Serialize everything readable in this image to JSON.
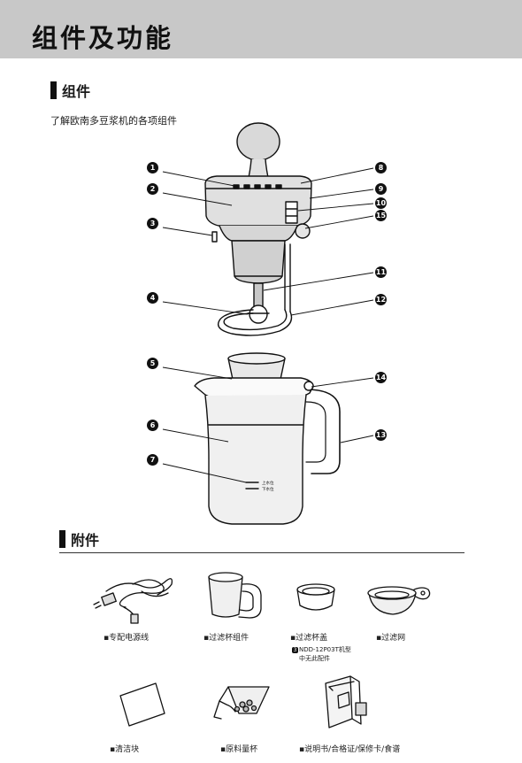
{
  "page": {
    "title": "组件及功能"
  },
  "components": {
    "heading": "组件",
    "intro": "了解欧南多豆浆机的各项组件",
    "callouts": [
      "1",
      "2",
      "3",
      "4",
      "5",
      "6",
      "7",
      "8",
      "9",
      "10",
      "15",
      "11",
      "12",
      "14",
      "13"
    ],
    "scale_upper": "上水位",
    "scale_lower": "下水位"
  },
  "accessories": {
    "heading": "附件",
    "items": [
      {
        "label": "专配电源线",
        "icon": "power-cord-icon"
      },
      {
        "label": "过滤杯组件",
        "icon": "filter-cup-icon"
      },
      {
        "label": "过滤杯盖",
        "icon": "filter-cup-lid-icon"
      },
      {
        "label": "过滤网",
        "icon": "filter-mesh-icon"
      },
      {
        "label": "清洁块",
        "icon": "cleaning-pad-icon"
      },
      {
        "label": "原料量杯",
        "icon": "measuring-cup-icon"
      },
      {
        "label": "说明书/合格证/保修卡/食谱",
        "icon": "manual-booklet-icon"
      }
    ],
    "lid_note_mark": "3",
    "lid_note_line1": "NDD-12P03T机型",
    "lid_note_line2": "中无此配件"
  }
}
